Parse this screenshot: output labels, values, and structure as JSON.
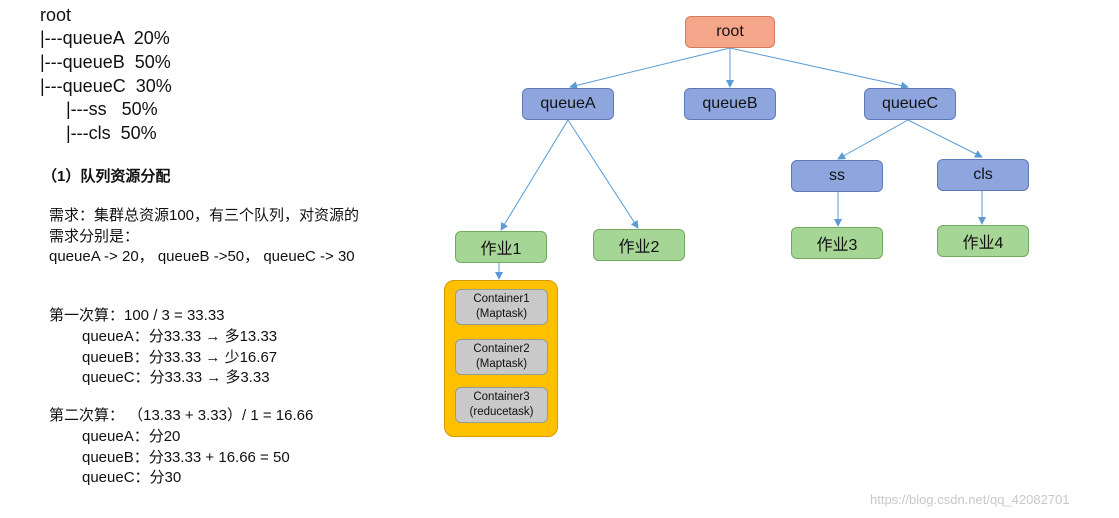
{
  "left": {
    "tree_lines": [
      "root",
      "|---queueA  20%",
      "|---queueB  50%",
      "|---queueC  30%",
      "|---ss   50%",
      "|---cls  50%"
    ],
    "heading": "（1）队列资源分配",
    "requirement": [
      "需求：集群总资源100，有三个队列，对资源的",
      "需求分别是：",
      "queueA -> 20， queueB ->50， queueC -> 30"
    ],
    "first_calc": [
      "第一次算：100 / 3 = 33.33",
      "queueA：分33.33 → 多13.33",
      "queueB：分33.33 → 少16.67",
      "queueC：分33.33 → 多3.33"
    ],
    "second_calc": [
      "第二次算： （13.33 + 3.33）/ 1 = 16.66",
      "queueA：分20",
      "queueB：分33.33 + 16.66 = 50",
      "queueC：分30"
    ]
  },
  "diagram": {
    "root": "root",
    "queueA": "queueA",
    "queueB": "queueB",
    "queueC": "queueC",
    "ss": "ss",
    "cls": "cls",
    "job1": "作业1",
    "job2": "作业2",
    "job3": "作业3",
    "job4": "作业4",
    "containers": [
      {
        "name": "Container1",
        "task": "(Maptask)"
      },
      {
        "name": "Container2",
        "task": "(Maptask)"
      },
      {
        "name": "Container3",
        "task": "(reducetask)"
      }
    ]
  },
  "watermark": "https://blog.csdn.net/qq_42082701",
  "colors": {
    "root_fill": "#f4a58a",
    "queue_fill": "#8ea6dd",
    "job_fill": "#a6d695",
    "container_group_fill": "#ffc000",
    "container_fill": "#c9c9c9",
    "arrow": "#5b9bd5"
  }
}
